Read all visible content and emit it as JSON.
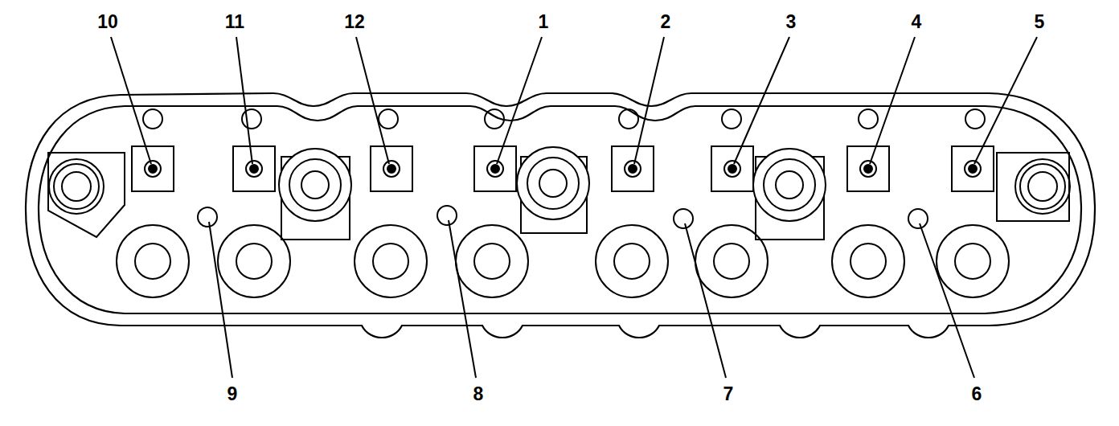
{
  "diagram": {
    "labels": [
      "10",
      "11",
      "12",
      "1",
      "2",
      "3",
      "4",
      "5",
      "9",
      "8",
      "7",
      "6"
    ]
  }
}
